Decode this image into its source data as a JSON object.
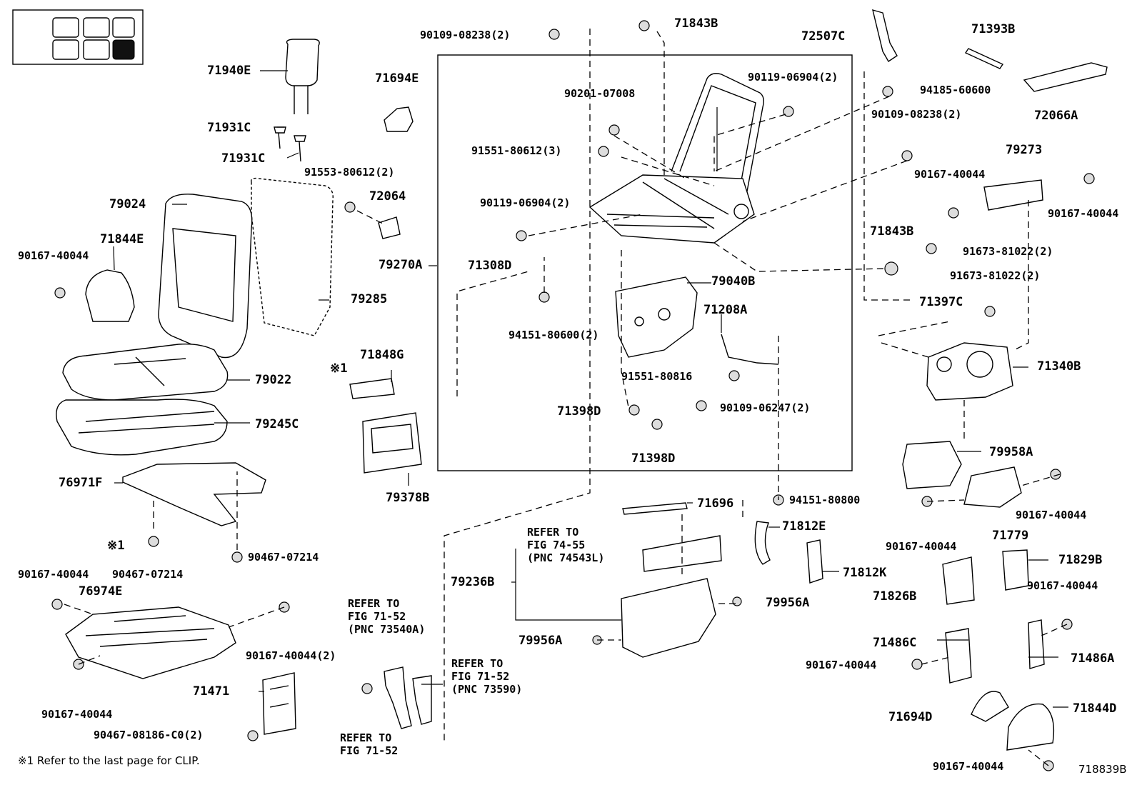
{
  "legend": {
    "boxes": [
      "seat-open",
      "seat",
      "seat",
      "seat-open",
      "seat",
      "seat-filled"
    ]
  },
  "labels": {
    "l71940E": "71940E",
    "l71931C_a": "71931C",
    "l71931C_b": "71931C",
    "l71694E": "71694E",
    "l90109_08238_top": "90109-08238(2)",
    "l71843B_top": "71843B",
    "l72507C": "72507C",
    "l71393B": "71393B",
    "l90201_07008": "90201-07008",
    "l90119_06904_top": "90119-06904(2)",
    "l94185_60600": "94185-60600",
    "l72066A": "72066A",
    "l90109_08238_right": "90109-08238(2)",
    "l79273": "79273",
    "l90167_40044_r1": "90167-40044",
    "l90167_40044_r2": "90167-40044",
    "l91551_80612": "91551-80612(3)",
    "l91553_80612": "91553-80612(2)",
    "l72064": "72064",
    "l79024": "79024",
    "l71844E": "71844E",
    "l90167_40044_l1": "90167-40044",
    "l90119_06904_mid": "90119-06904(2)",
    "l79270A": "79270A",
    "l71308D": "71308D",
    "l79040B": "79040B",
    "l71843B_mid": "71843B",
    "l91673_81022_a": "91673-81022(2)",
    "l91673_81022_b": "91673-81022(2)",
    "l79285": "79285",
    "l71208A": "71208A",
    "l71397C": "71397C",
    "l94151_80600": "94151-80600(2)",
    "l71848G": "71848G",
    "l79022": "79022",
    "l91551_80816": "91551-80816",
    "l71340B": "71340B",
    "l71398D_a": "71398D",
    "l90109_06247": "90109-06247(2)",
    "l79245C": "79245C",
    "l71398D_b": "71398D",
    "l79958A": "79958A",
    "l79378B": "79378B",
    "l76971F": "76971F",
    "l71696": "71696",
    "l94151_80800": "94151-80800",
    "l90167_40044_r3": "90167-40044",
    "l71779": "71779",
    "l90167_40044_r4": "90167-40044",
    "l71812E": "71812E",
    "l90467_07214_a": "90467-07214",
    "l90467_07214_b": "90467-07214",
    "l71812K": "71812K",
    "l71829B": "71829B",
    "l90167_40044_l2": "90167-40044",
    "l76974E": "76974E",
    "l79236B": "79236B",
    "l71826B": "71826B",
    "l90167_40044_r5": "90167-40044",
    "l79956A_a": "79956A",
    "l90167_40044_2": "90167-40044(2)",
    "l79956A_b": "79956A",
    "l71486C": "71486C",
    "l90167_40044_r6": "90167-40044",
    "l71486A": "71486A",
    "l71471": "71471",
    "l90167_40044_l3": "90167-40044",
    "l90467_08186": "90467-08186-C0(2)",
    "l71694D": "71694D",
    "l71844D": "71844D",
    "l90167_40044_bot": "90167-40044",
    "clip1": "※1",
    "clip2": "※1",
    "figno": "718839B"
  },
  "refs": {
    "ref1": [
      "REFER TO",
      "FIG 74-55",
      "(PNC 74543L)"
    ],
    "ref2": [
      "REFER TO",
      "FIG 71-52",
      "(PNC 73540A)"
    ],
    "ref3": [
      "REFER TO",
      "FIG 71-52",
      "(PNC 73590)"
    ],
    "ref4": [
      "REFER TO",
      "FIG 71-52"
    ]
  },
  "footnote": "※1 Refer to the last page for CLIP."
}
